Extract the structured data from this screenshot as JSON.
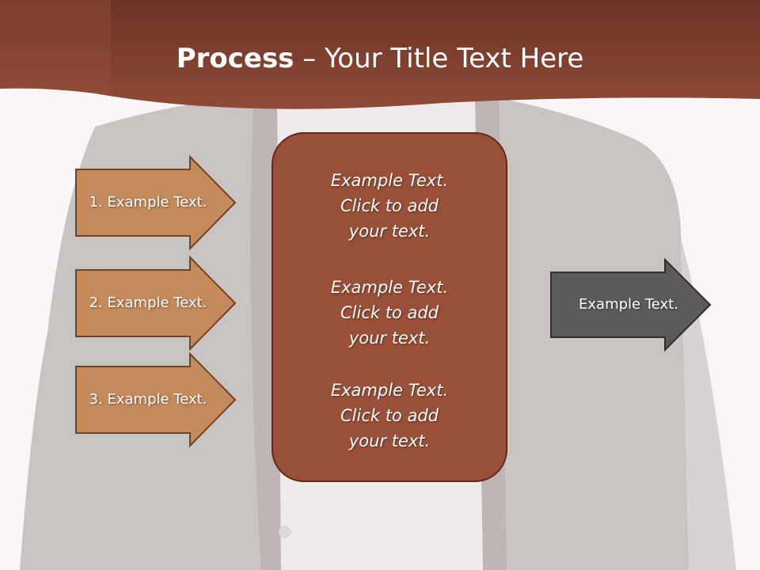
{
  "title": {
    "bold": "Process",
    "rest": "– Your Title Text Here"
  },
  "steps": [
    {
      "label": "1. Example Text."
    },
    {
      "label": "2. Example Text."
    },
    {
      "label": "3. Example Text."
    }
  ],
  "center_box": {
    "texts": [
      "Example Text.\nClick  to add\nyour text.",
      "Example Text.\nClick  to add\nyour text.",
      "Example Text.\nClick  to add\nyour text."
    ]
  },
  "output": {
    "label": "Example Text."
  },
  "colors": {
    "header": "#8a4634",
    "step_arrow": "#c48a5c",
    "center_box": "#9a5038",
    "output_arrow": "#5a5a5a"
  }
}
